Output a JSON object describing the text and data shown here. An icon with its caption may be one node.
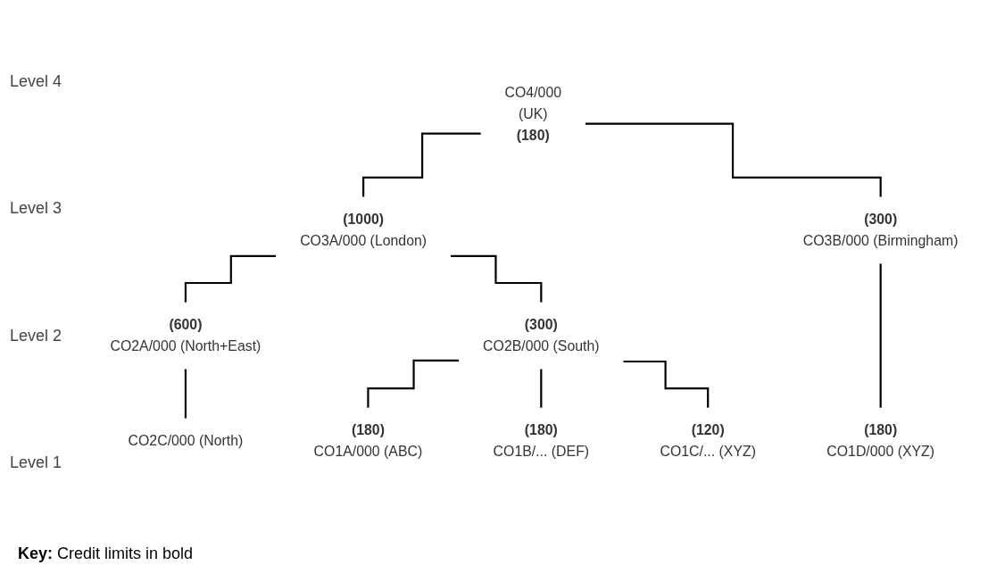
{
  "diagram": {
    "caption": "**Key:** Credit limits in bold",
    "nodes": [
      {
        "text": [
          "CO4/000",
          "(UK)",
          "(180)"
        ]
      },
      {
        "text": [
          "(1000)",
          "CO3A/000 (London)"
        ]
      },
      {
        "text": [
          "(300)",
          "CO3B/000 (Birmingham)"
        ]
      },
      {
        "text": [
          "(600)",
          "CO2A/000 (North+East)"
        ]
      },
      {
        "text": [
          "(300)",
          "CO2B/000 (South)"
        ]
      },
      {
        "text": [
          "CO2C/000 (North)"
        ]
      },
      {
        "text": [
          "(180)",
          "CO1A/000 (ABC)"
        ]
      },
      {
        "text": [
          "(180)",
          "CO1B/... (DEF)"
        ]
      },
      {
        "text": [
          "(120)",
          "CO1C/... (XYZ)"
        ]
      },
      {
        "text": [
          "(180)",
          "CO1D/000 (XYZ)"
        ]
      }
    ],
    "edges": [
      {
        "from": 0,
        "to": 1,
        "arrow": "none"
      },
      {
        "from": 0,
        "to": 2,
        "arrow": "none"
      },
      {
        "from": 1,
        "to": 3,
        "arrow": "none"
      },
      {
        "from": 1,
        "to": 4,
        "arrow": "none"
      },
      {
        "from": 3,
        "to": 5,
        "arrow": "none"
      },
      {
        "from": 4,
        "to": 6,
        "arrow": "none"
      },
      {
        "from": 4,
        "to": 7,
        "arrow": "none"
      },
      {
        "from": 4,
        "to": 8,
        "arrow": "none"
      },
      {
        "from": 2,
        "to": 9,
        "arrow": "none"
      }
    ],
    "labels": [
      "Level 4",
      "Level 3",
      "Level 2",
      "Level 1"
    ]
  }
}
